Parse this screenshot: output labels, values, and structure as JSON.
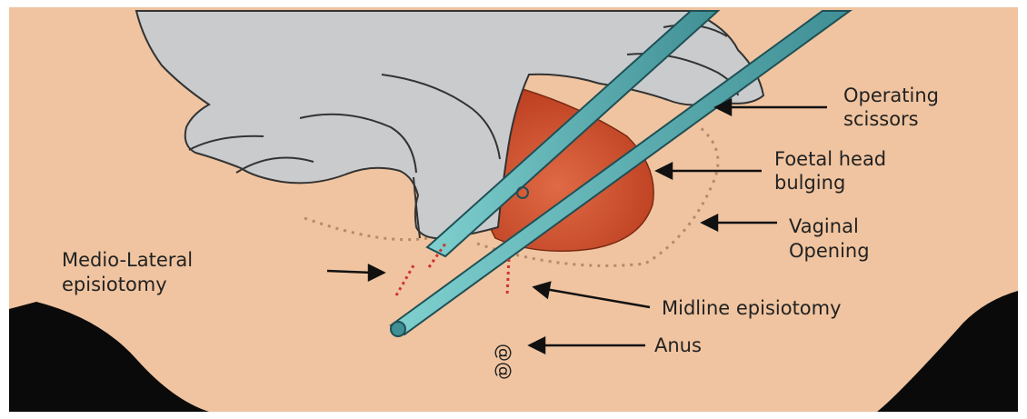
{
  "labels": {
    "operating_scissors_line1": "Operating",
    "operating_scissors_line2": "scissors",
    "foetal_head_line1": "Foetal head",
    "foetal_head_line2": "bulging",
    "vaginal_opening_line1": "Vaginal",
    "vaginal_opening_line2": "Opening",
    "medio_lateral_line1": "Medio-Lateral",
    "medio_lateral_line2": "episiotomy",
    "midline": "Midline episiotomy",
    "anus": "Anus"
  },
  "colors": {
    "skin": "#f0c4a0",
    "background_shadow": "#0a0a0a",
    "glove": "#c9cbcd",
    "foetal_head": "#d8532f",
    "scissors": "#5fb4b4",
    "incision_marks": "#cc3333",
    "label_text": "#222222"
  }
}
